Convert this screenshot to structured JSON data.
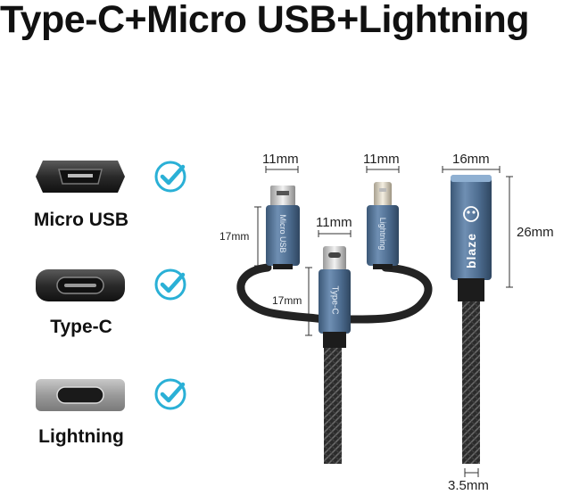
{
  "title": "Type-C+Micro USB+Lightning",
  "ports": [
    {
      "label": "Micro USB",
      "icon": "micro-usb-port-icon"
    },
    {
      "label": "Type-C",
      "icon": "type-c-port-icon"
    },
    {
      "label": "Lightning",
      "icon": "lightning-port-icon"
    }
  ],
  "check_icon": "check-circle-icon",
  "colors": {
    "accent": "#2ab0d6",
    "connector": "#4f6f92",
    "cable": "#2b2b2b"
  },
  "dimensions": {
    "micro_width": "11mm",
    "lightning_width": "11mm",
    "typec_width": "11mm",
    "usb_width": "16mm",
    "micro_length": "17mm",
    "typec_length": "17mm",
    "usb_length": "26mm",
    "cable_diameter": "3.5mm"
  },
  "connector_text": {
    "micro": "Micro USB",
    "lightning": "Lightning",
    "typec": "Type-C",
    "brand": "blaze"
  }
}
